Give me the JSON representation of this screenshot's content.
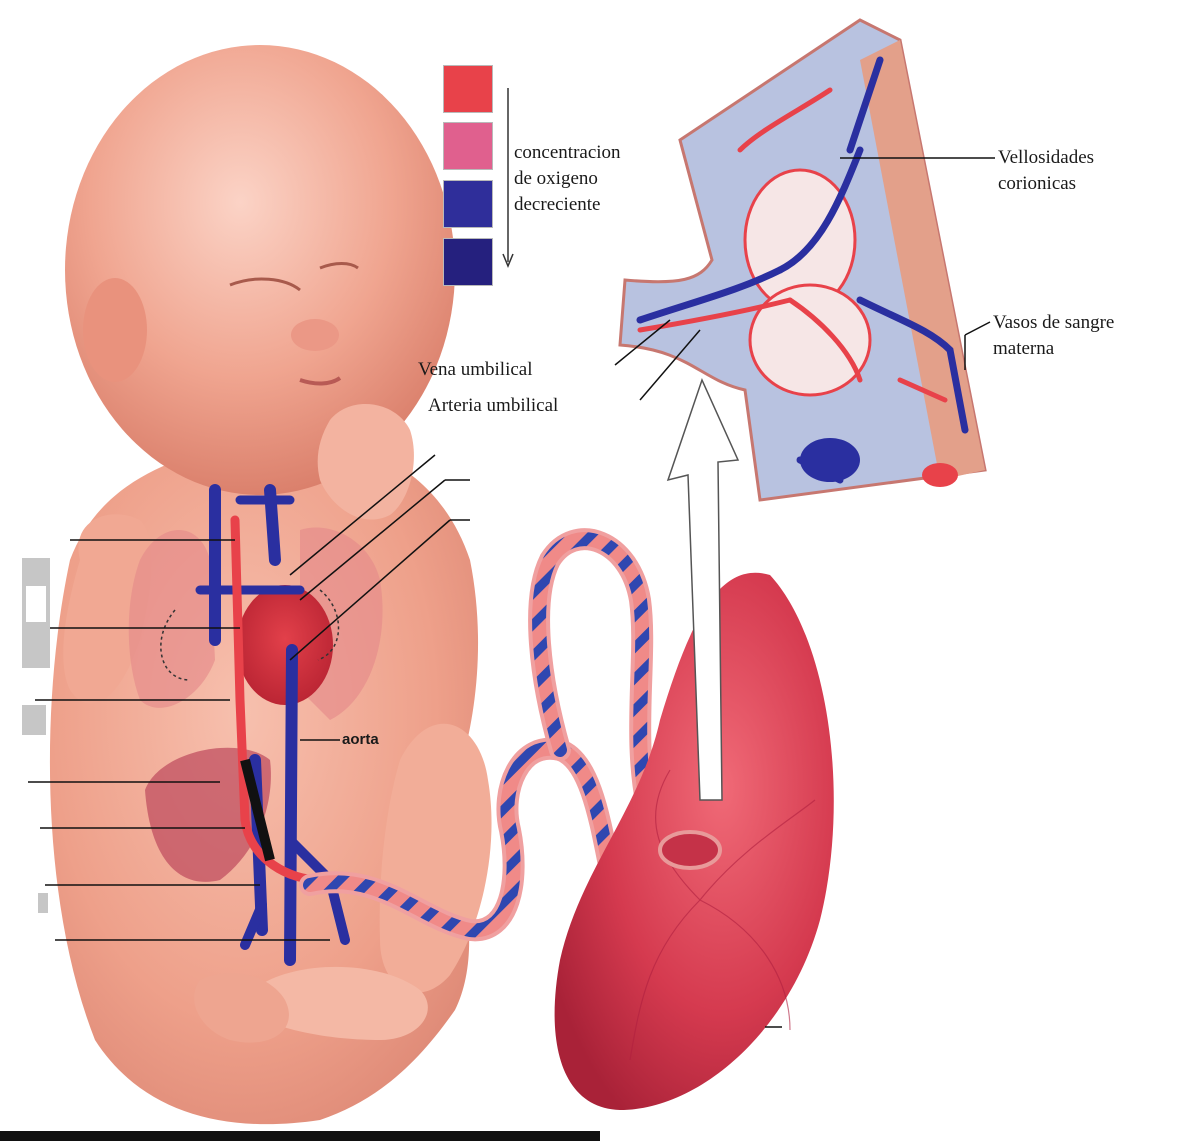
{
  "legend": {
    "colors": [
      "#e8424a",
      "#e0608e",
      "#2f2e9a",
      "#25207e"
    ],
    "caption_lines": [
      "concentracion",
      "de oxigeno",
      "decreciente"
    ]
  },
  "labels": {
    "vellosidades": [
      "Vellosidades",
      "corionicas"
    ],
    "vasos": [
      "Vasos de sangre",
      "materna"
    ],
    "vena_umbilical": "Vena umbilical",
    "arteria_umbilical": "Arteria umbilical",
    "aorta": "aorta"
  },
  "colors": {
    "skin": "#f0a590",
    "skin_dark": "#d9786a",
    "placenta": "#d53a4f",
    "artery": "#e8424a",
    "vein": "#2a2fa0",
    "tissue_bg": "#b8c2e0"
  }
}
